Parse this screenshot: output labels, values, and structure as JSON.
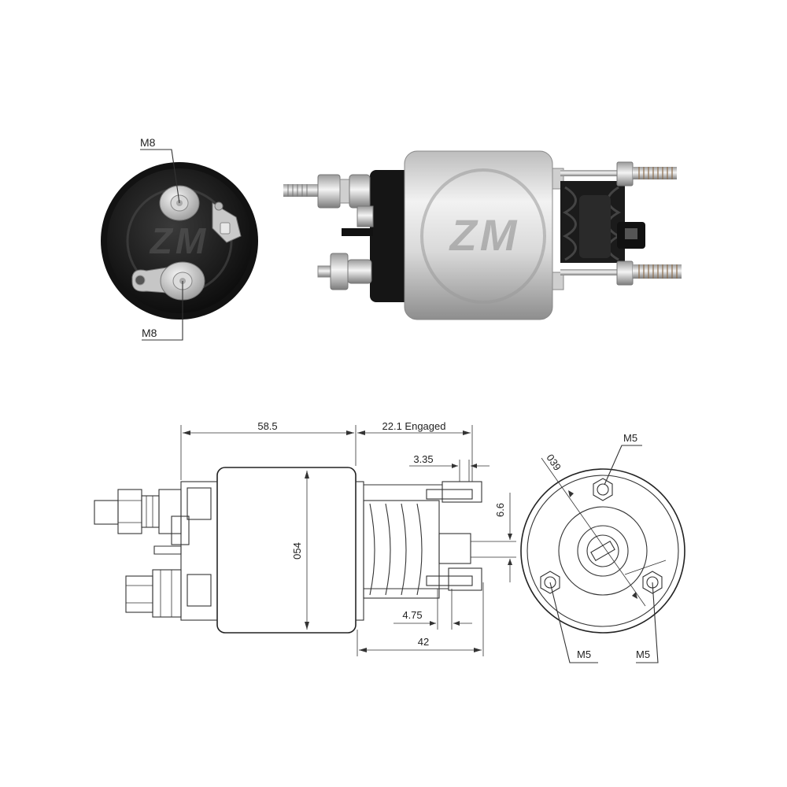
{
  "photo_end_view": {
    "label_top": "M8",
    "label_bottom": "M8",
    "logo": "ZM"
  },
  "photo_side_view": {
    "logo": "ZM"
  },
  "drawing_side_view": {
    "dim_body_length": "58.5",
    "dim_engaged": "22.1 Engaged",
    "dim_3_35": "3.35",
    "dim_6_6": "6.6",
    "dim_diameter": "054",
    "dim_4_75": "4.75",
    "dim_42": "42"
  },
  "drawing_end_view": {
    "dim_bolt_circle": "039",
    "label_m5_top": "M5",
    "label_m5_bottom_left": "M5",
    "label_m5_bottom_right": "M5"
  },
  "colors": {
    "line": "#333333",
    "dark_cap": "#1a1a1a",
    "metal_light": "#e6e6e6",
    "metal_mid": "#b5b5b5"
  }
}
